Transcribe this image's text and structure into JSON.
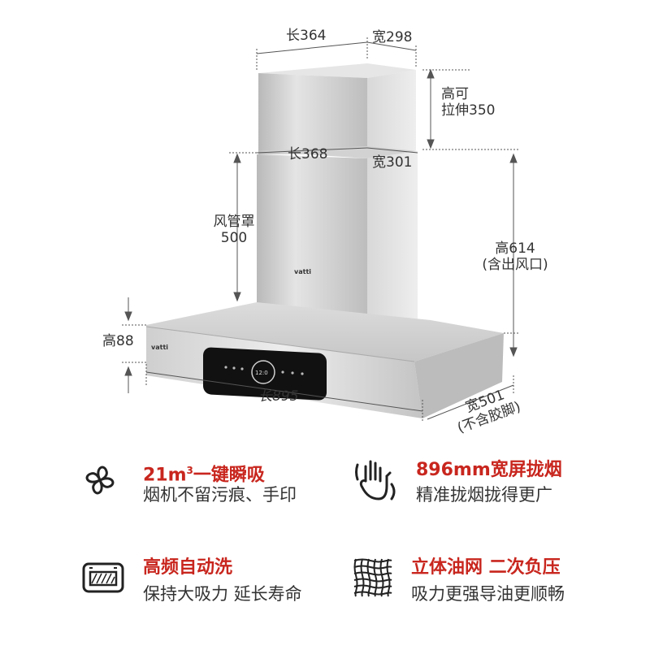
{
  "brand": "vatti",
  "dimensions": {
    "top_length": "长364",
    "top_width": "宽298",
    "stretch": [
      "高可",
      "拉伸350"
    ],
    "mid_length": "长368",
    "mid_width": "宽301",
    "duct_cover": [
      "风管罩",
      "500"
    ],
    "total_height": [
      "高614",
      "(含出风口)"
    ],
    "hood_height": "高88",
    "hood_length": "长895",
    "hood_depth": [
      "宽501",
      "(不含胶脚)"
    ]
  },
  "panel_display": "12:0",
  "features": [
    {
      "icon": "fan-swirl-icon",
      "title_main": "21m",
      "title_sup": "3",
      "title_rest": "一键瞬吸",
      "desc": "烟机不留污痕、手印"
    },
    {
      "icon": "hand-wave-icon",
      "title_main": "896mm宽屏拢烟",
      "title_sup": "",
      "title_rest": "",
      "desc": "精准拢烟拢得更广"
    },
    {
      "icon": "oven-clean-icon",
      "title_main": "高频自动洗",
      "title_sup": "",
      "title_rest": "",
      "desc": "保持大吸力 延长寿命"
    },
    {
      "icon": "filter-grid-icon",
      "title_main": "立体油网 二次负压",
      "title_sup": "",
      "title_rest": "",
      "desc": "吸力更强导油更顺畅"
    }
  ],
  "colors": {
    "accent": "#c8261e",
    "text": "#333333",
    "steel": "#c9c9c9"
  }
}
